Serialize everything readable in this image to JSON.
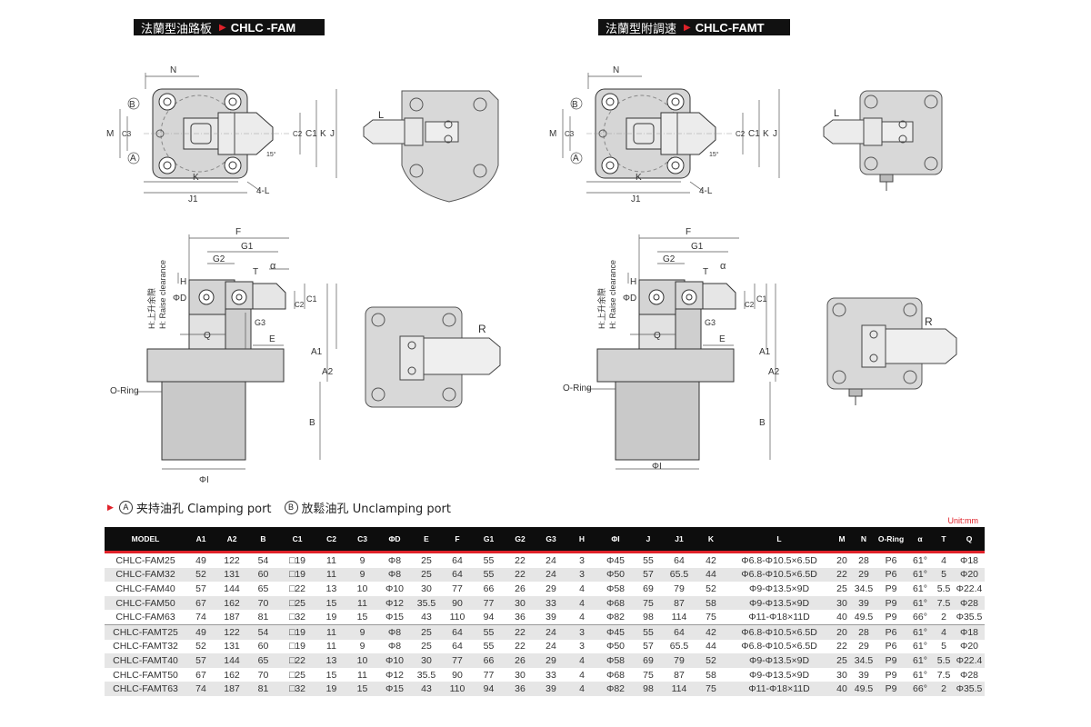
{
  "titles": [
    {
      "cn": "法蘭型油路板",
      "code": "CHLC -FAM"
    },
    {
      "cn": "法蘭型附調速",
      "code": "CHLC-FAMT"
    }
  ],
  "labels": {
    "N": "N",
    "B": "B",
    "M": "M",
    "C3": "C3",
    "A": "A",
    "C2": "C2",
    "C1": "C1",
    "K": "K",
    "J": "J",
    "J1": "J1",
    "angle15": "15°",
    "L4": "4-L",
    "L": "L",
    "F": "F",
    "G1": "G1",
    "G2": "G2",
    "T": "T",
    "alpha": "α",
    "H": "H",
    "D": "ΦD",
    "Q": "Q",
    "G3": "G3",
    "E": "E",
    "A1": "A1",
    "A2": "A2",
    "ORing": "O-Ring",
    "Bdim": "B",
    "I": "ΦI",
    "R": "R",
    "raise_cn": "H:上升余隙",
    "raise_en": "H: Raise clearance"
  },
  "ports": {
    "a_mark": "A",
    "a_cn": "夹持油孔",
    "a_en": "Clamping port",
    "b_mark": "B",
    "b_cn": "放鬆油孔",
    "b_en": "Unclamping port"
  },
  "unit": "Unit:mm",
  "table": {
    "headers": [
      "MODEL",
      "A1",
      "A2",
      "B",
      "C1",
      "C2",
      "C3",
      "ΦD",
      "E",
      "F",
      "G1",
      "G2",
      "G3",
      "H",
      "ΦI",
      "J",
      "J1",
      "K",
      "L",
      "M",
      "N",
      "O-Ring",
      "α",
      "T",
      "Q"
    ],
    "rows": [
      [
        "CHLC-FAM25",
        "49",
        "122",
        "54",
        "□19",
        "11",
        "9",
        "Φ8",
        "25",
        "64",
        "55",
        "22",
        "24",
        "3",
        "Φ45",
        "55",
        "64",
        "42",
        "Φ6.8-Φ10.5×6.5D",
        "20",
        "28",
        "P6",
        "61°",
        "4",
        "Φ18"
      ],
      [
        "CHLC-FAM32",
        "52",
        "131",
        "60",
        "□19",
        "11",
        "9",
        "Φ8",
        "25",
        "64",
        "55",
        "22",
        "24",
        "3",
        "Φ50",
        "57",
        "65.5",
        "44",
        "Φ6.8-Φ10.5×6.5D",
        "22",
        "29",
        "P6",
        "61°",
        "5",
        "Φ20"
      ],
      [
        "CHLC-FAM40",
        "57",
        "144",
        "65",
        "□22",
        "13",
        "10",
        "Φ10",
        "30",
        "77",
        "66",
        "26",
        "29",
        "4",
        "Φ58",
        "69",
        "79",
        "52",
        "Φ9-Φ13.5×9D",
        "25",
        "34.5",
        "P9",
        "61°",
        "5.5",
        "Φ22.4"
      ],
      [
        "CHLC-FAM50",
        "67",
        "162",
        "70",
        "□25",
        "15",
        "11",
        "Φ12",
        "35.5",
        "90",
        "77",
        "30",
        "33",
        "4",
        "Φ68",
        "75",
        "87",
        "58",
        "Φ9-Φ13.5×9D",
        "30",
        "39",
        "P9",
        "61°",
        "7.5",
        "Φ28"
      ],
      [
        "CHLC-FAM63",
        "74",
        "187",
        "81",
        "□32",
        "19",
        "15",
        "Φ15",
        "43",
        "110",
        "94",
        "36",
        "39",
        "4",
        "Φ82",
        "98",
        "114",
        "75",
        "Φ11-Φ18×11D",
        "40",
        "49.5",
        "P9",
        "66°",
        "2",
        "Φ35.5"
      ],
      [
        "CHLC-FAMT25",
        "49",
        "122",
        "54",
        "□19",
        "11",
        "9",
        "Φ8",
        "25",
        "64",
        "55",
        "22",
        "24",
        "3",
        "Φ45",
        "55",
        "64",
        "42",
        "Φ6.8-Φ10.5×6.5D",
        "20",
        "28",
        "P6",
        "61°",
        "4",
        "Φ18"
      ],
      [
        "CHLC-FAMT32",
        "52",
        "131",
        "60",
        "□19",
        "11",
        "9",
        "Φ8",
        "25",
        "64",
        "55",
        "22",
        "24",
        "3",
        "Φ50",
        "57",
        "65.5",
        "44",
        "Φ6.8-Φ10.5×6.5D",
        "22",
        "29",
        "P6",
        "61°",
        "5",
        "Φ20"
      ],
      [
        "CHLC-FAMT40",
        "57",
        "144",
        "65",
        "□22",
        "13",
        "10",
        "Φ10",
        "30",
        "77",
        "66",
        "26",
        "29",
        "4",
        "Φ58",
        "69",
        "79",
        "52",
        "Φ9-Φ13.5×9D",
        "25",
        "34.5",
        "P9",
        "61°",
        "5.5",
        "Φ22.4"
      ],
      [
        "CHLC-FAMT50",
        "67",
        "162",
        "70",
        "□25",
        "15",
        "11",
        "Φ12",
        "35.5",
        "90",
        "77",
        "30",
        "33",
        "4",
        "Φ68",
        "75",
        "87",
        "58",
        "Φ9-Φ13.5×9D",
        "30",
        "39",
        "P9",
        "61°",
        "7.5",
        "Φ28"
      ],
      [
        "CHLC-FAMT63",
        "74",
        "187",
        "81",
        "□32",
        "19",
        "15",
        "Φ15",
        "43",
        "110",
        "94",
        "36",
        "39",
        "4",
        "Φ82",
        "98",
        "114",
        "75",
        "Φ11-Φ18×11D",
        "40",
        "49.5",
        "P9",
        "66°",
        "2",
        "Φ35.5"
      ]
    ]
  }
}
